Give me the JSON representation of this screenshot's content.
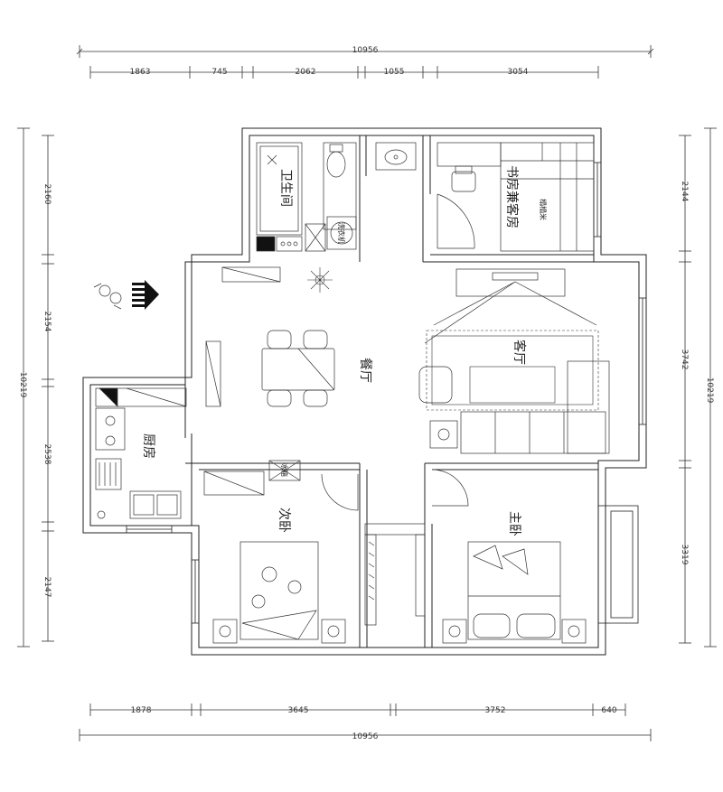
{
  "dimensions": {
    "top_total": "10956",
    "top_segments": [
      "1863",
      "745",
      "2062",
      "1055",
      "3054"
    ],
    "bottom_total": "10956",
    "bottom_segments": [
      "1878",
      "3645",
      "3752",
      "640"
    ],
    "left_total": "10219",
    "left_segments": [
      "2160",
      "2154",
      "2538",
      "2147"
    ],
    "right_total": "10219",
    "right_segments": [
      "2144",
      "3742",
      "3319"
    ]
  },
  "rooms": {
    "bathroom": "卫生间",
    "study_guest": "书房兼客房",
    "tatami": "榻榻米",
    "dining": "餐厅",
    "living": "客厅",
    "kitchen": "厨房",
    "second_bedroom": "次卧",
    "master_bedroom": "主卧"
  },
  "fixtures": {
    "washer": "洗衣机",
    "fridge": "冰箱"
  }
}
